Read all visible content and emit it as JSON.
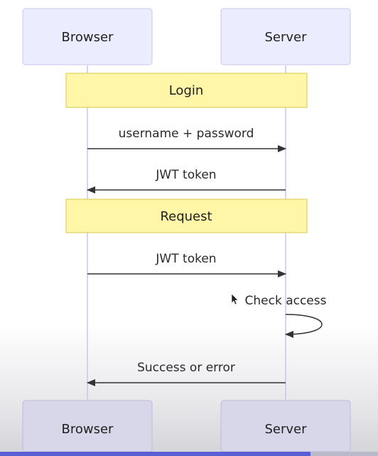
{
  "participants": {
    "left": "Browser",
    "right": "Server"
  },
  "notes": {
    "login": "Login",
    "request": "Request"
  },
  "messages": {
    "m1": "username + password",
    "m2": "JWT token",
    "m3": "JWT token",
    "m4": "Check access",
    "m5": "Success or error"
  },
  "colors": {
    "actor_fill": "#ECECFF",
    "actor_border": "#C9C7F0",
    "note_fill": "#FFF6A8",
    "note_border": "#D8C84A",
    "lifeline": "#C8C6E8",
    "arrow": "#333333"
  }
}
